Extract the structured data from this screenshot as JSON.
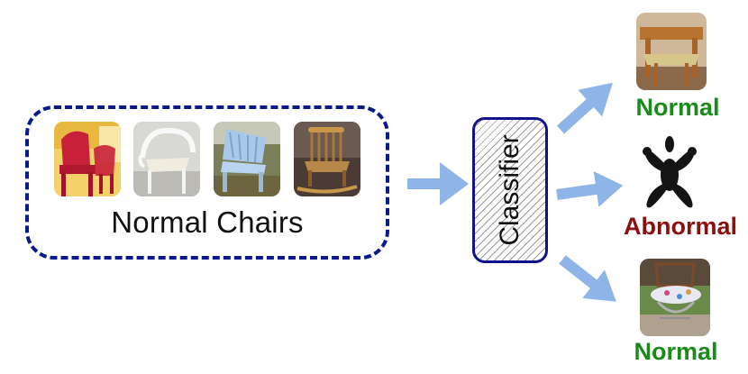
{
  "input_group": {
    "label": "Normal Chairs"
  },
  "classifier": {
    "label": "Classifier"
  },
  "outputs": [
    {
      "label": "Normal",
      "color": "#1a8a1a"
    },
    {
      "label": "Abnormal",
      "color": "#8b1010"
    },
    {
      "label": "Normal",
      "color": "#1a8a1a"
    }
  ],
  "colors": {
    "dashed_border": "#0a1a8c",
    "classifier_border": "#12128e",
    "arrow": "#8fb4e8"
  }
}
